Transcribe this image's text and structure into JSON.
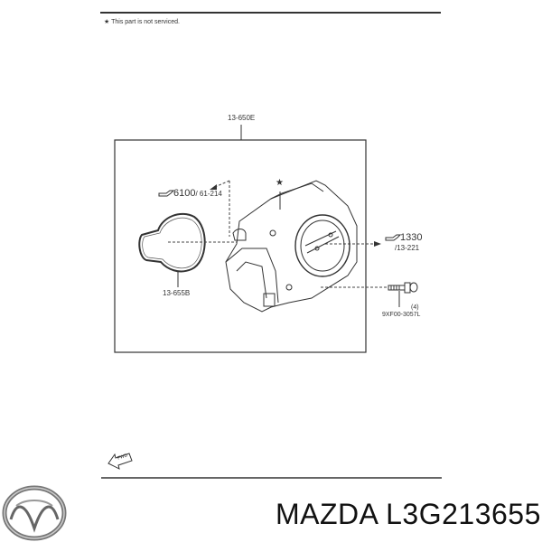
{
  "header": {
    "note": "This part is not serviced.",
    "note_icon": "star-icon"
  },
  "diagram": {
    "assembly_ref": "13-650E",
    "gasket_ref": "13-655B",
    "ref_6100": "6100",
    "ref_61_214": "/ 61-214",
    "ref_1330": "1330",
    "ref_13_221": "/13-221",
    "bolt_qty": "(4)",
    "bolt_ref": "9XF00-3057L",
    "star_mark": "★",
    "fwd_label": "FWD"
  },
  "footer": {
    "brand": "MAZDA",
    "part_number": "L3G213655",
    "caption": "MAZDA L3G213655"
  }
}
